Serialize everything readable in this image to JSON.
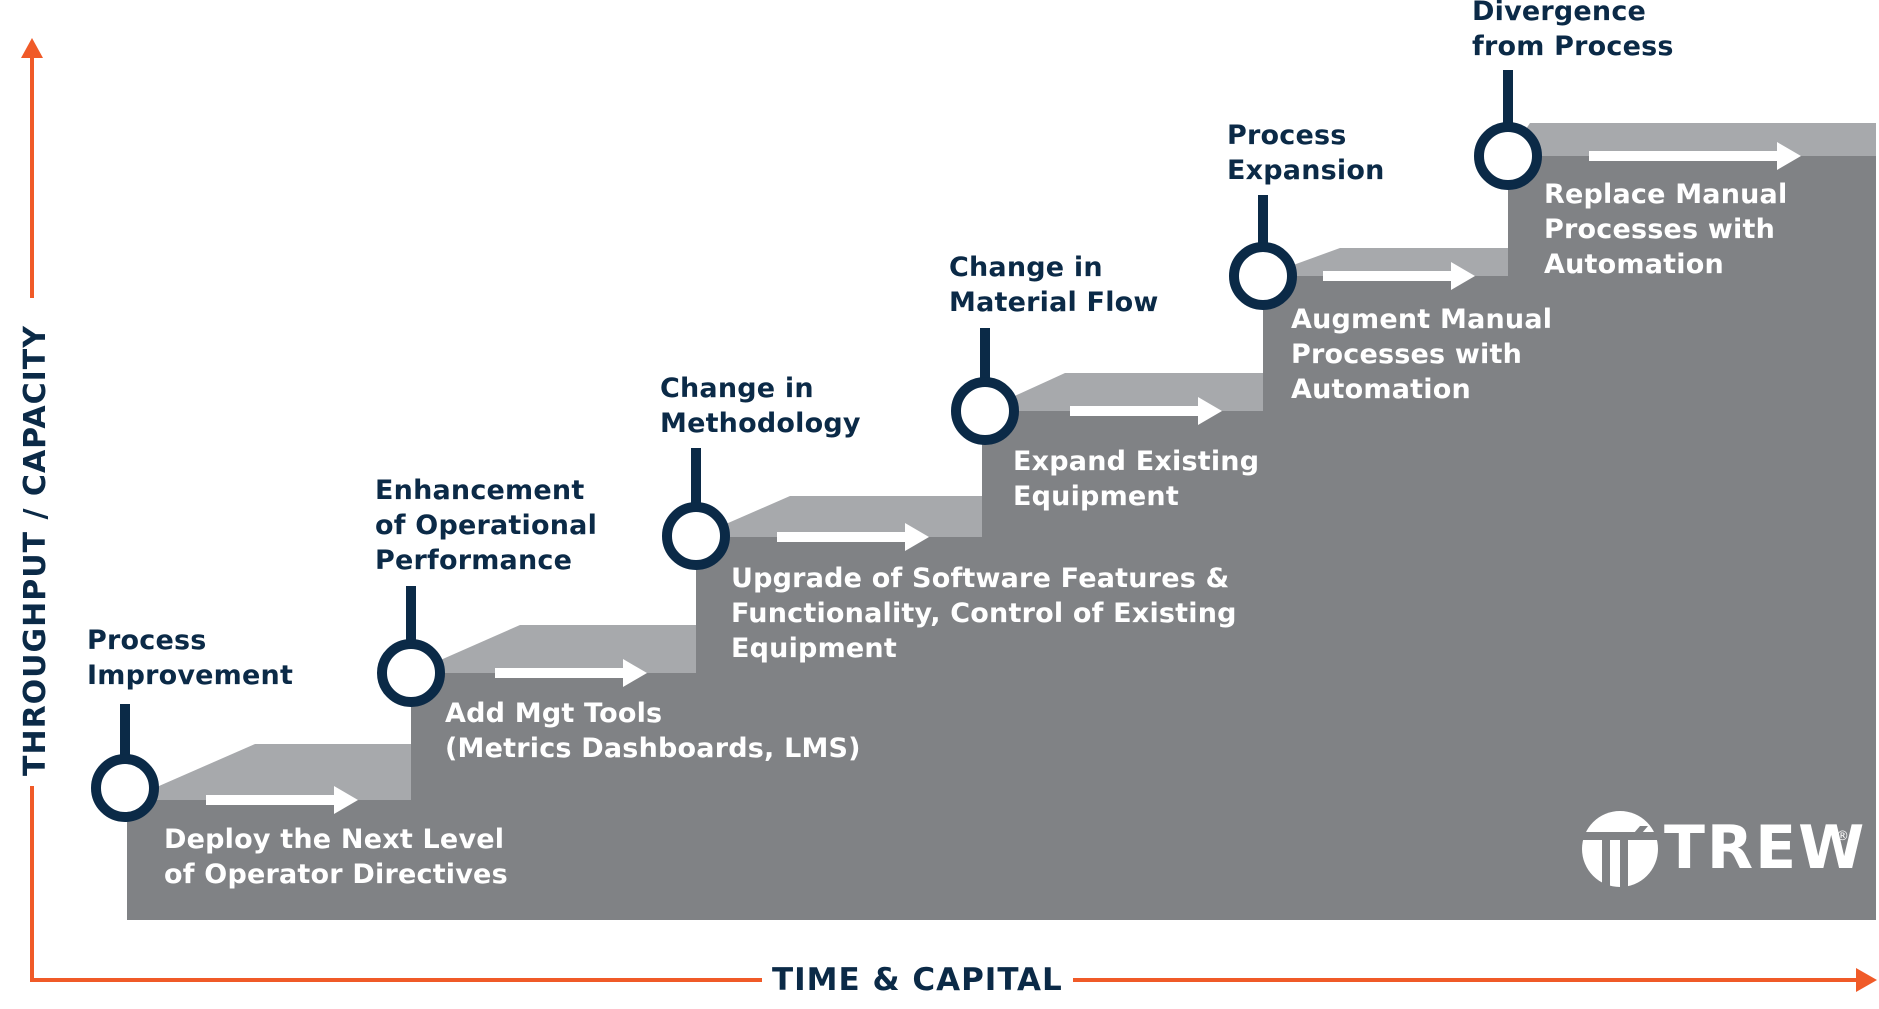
{
  "title": "Throughput / Capacity vs Time & Capital staircase",
  "colors": {
    "navy": "#0b2a47",
    "orange": "#f05a28",
    "step_dark": "#808285",
    "step_light": "#a7a9ac",
    "white": "#ffffff"
  },
  "axes": {
    "y_label": "THROUGHPUT / CAPACITY",
    "x_label": "TIME & CAPITAL"
  },
  "steps": [
    {
      "milestone": "Process\nImprovement",
      "action": "Deploy the Next Level\nof Operator Directives"
    },
    {
      "milestone": "Enhancement\nof Operational\nPerformance",
      "action": "Add Mgt Tools\n(Metrics Dashboards, LMS)"
    },
    {
      "milestone": "Change in\nMethodology",
      "action": "Upgrade of Software Features &\nFunctionality, Control of Existing\nEquipment"
    },
    {
      "milestone": "Change in\nMaterial Flow",
      "action": "Expand Existing\nEquipment"
    },
    {
      "milestone": "Process\nExpansion",
      "action": "Augment Manual\nProcesses with\nAutomation"
    },
    {
      "milestone": "Divergence\nfrom Process",
      "action": "Replace Manual\nProcesses with\nAutomation"
    }
  ],
  "logo": {
    "text": "TREW",
    "registered": "®"
  }
}
